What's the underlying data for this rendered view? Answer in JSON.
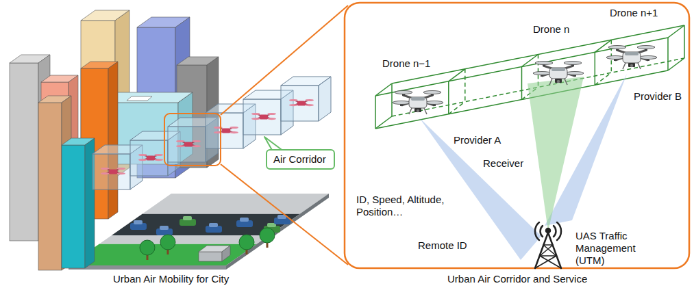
{
  "diagram": {
    "nodes": [
      {
        "text": [
          "Air Corridor"
        ]
      }
    ],
    "labels": [
      "Drone n−1",
      "Drone n",
      "Drone n+1",
      "Provider A",
      "Receiver",
      "Provider B",
      "ID, Speed, Altitude, Position…",
      "Remote ID",
      "UAS Traffic Management (UTM)",
      "Urban Air Mobility for City",
      "Urban Air Corridor and Service"
    ]
  }
}
